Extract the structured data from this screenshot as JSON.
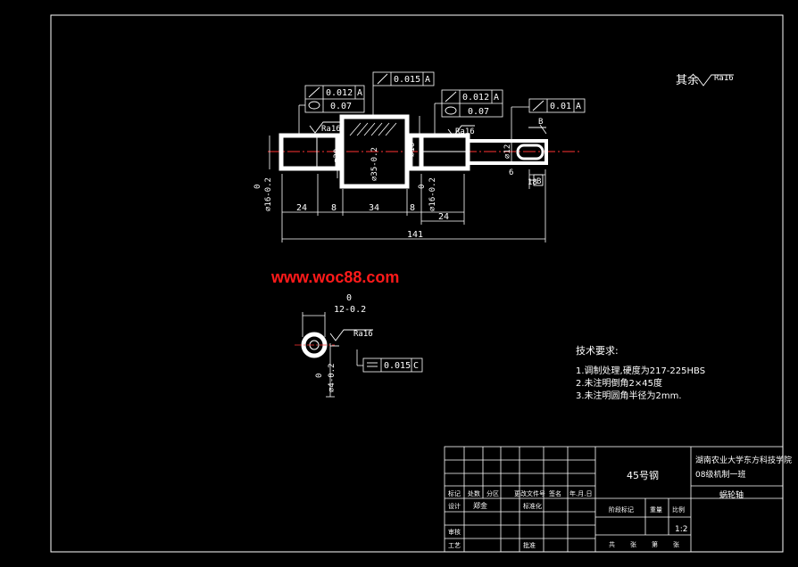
{
  "drawing": {
    "colors": {
      "background": "#000000",
      "frame": "#ffffff",
      "part": "#ffffff",
      "dimension": "#ffffff",
      "center_line": "#ff3333",
      "watermark": "#ff1a1a"
    },
    "roughness_other": {
      "prefix": "其余",
      "value": "Ra16"
    },
    "gdt": {
      "runout_top": {
        "value": "0.015",
        "datum": "A"
      },
      "cyl_left_1": {
        "value": "0.012",
        "datum": "A"
      },
      "cyl_left_2": {
        "value": "0.07"
      },
      "cyl_right_1": {
        "value": "0.012",
        "datum": "A"
      },
      "cyl_right_2": {
        "value": "0.07"
      },
      "runout_right": {
        "value": "0.01",
        "datum": "A"
      },
      "section": {
        "value": "0.015",
        "datum": "C"
      }
    },
    "roughness": {
      "left": "Ra16",
      "right": "Ra16",
      "section": "Ra16"
    },
    "datum_label": "B",
    "dims": {
      "d_left_upper": "0",
      "d_left": "⌀16-0.2",
      "d_20": "⌀20",
      "d_35": "⌀35-0.2",
      "d_16": "⌀16",
      "d_mid_upper": "0",
      "d_mid": "⌀16-0.2",
      "d_12": "⌀12",
      "d_6": "6",
      "len_24_left": "24",
      "len_8_left": "8",
      "len_34": "34",
      "len_8_right": "8",
      "len_24_right": "24",
      "len_total": "141",
      "len_18": "18",
      "section_upper": "0",
      "section_width": "12-0.2",
      "section_d_upper": "0",
      "section_d": "⌀4-0.2"
    },
    "tech_req": {
      "title": "技术要求:",
      "items": [
        "1.调制处理,硬度为217-225HBS",
        "2.未注明倒角2×45度",
        "3.未注明圆角半径为2mm."
      ]
    },
    "watermark": "www.woc88.com",
    "title_block": {
      "material": "45号钢",
      "school": "湖南农业大学东方科技学院",
      "class": "08级机制一班",
      "part_name": "蜗轮轴",
      "scale": "1:2",
      "headers": [
        "标记",
        "处数",
        "分区",
        "更改文件号",
        "签名",
        "年.月.日"
      ],
      "row_design": [
        "设计",
        "郑金",
        "标准化"
      ],
      "row_check": [
        "审核"
      ],
      "row_process": [
        "工艺",
        "批准"
      ],
      "stage_headers": [
        "阶段标记",
        "重量",
        "比例"
      ],
      "sheets": [
        "共",
        "张",
        "第",
        "张"
      ]
    }
  }
}
